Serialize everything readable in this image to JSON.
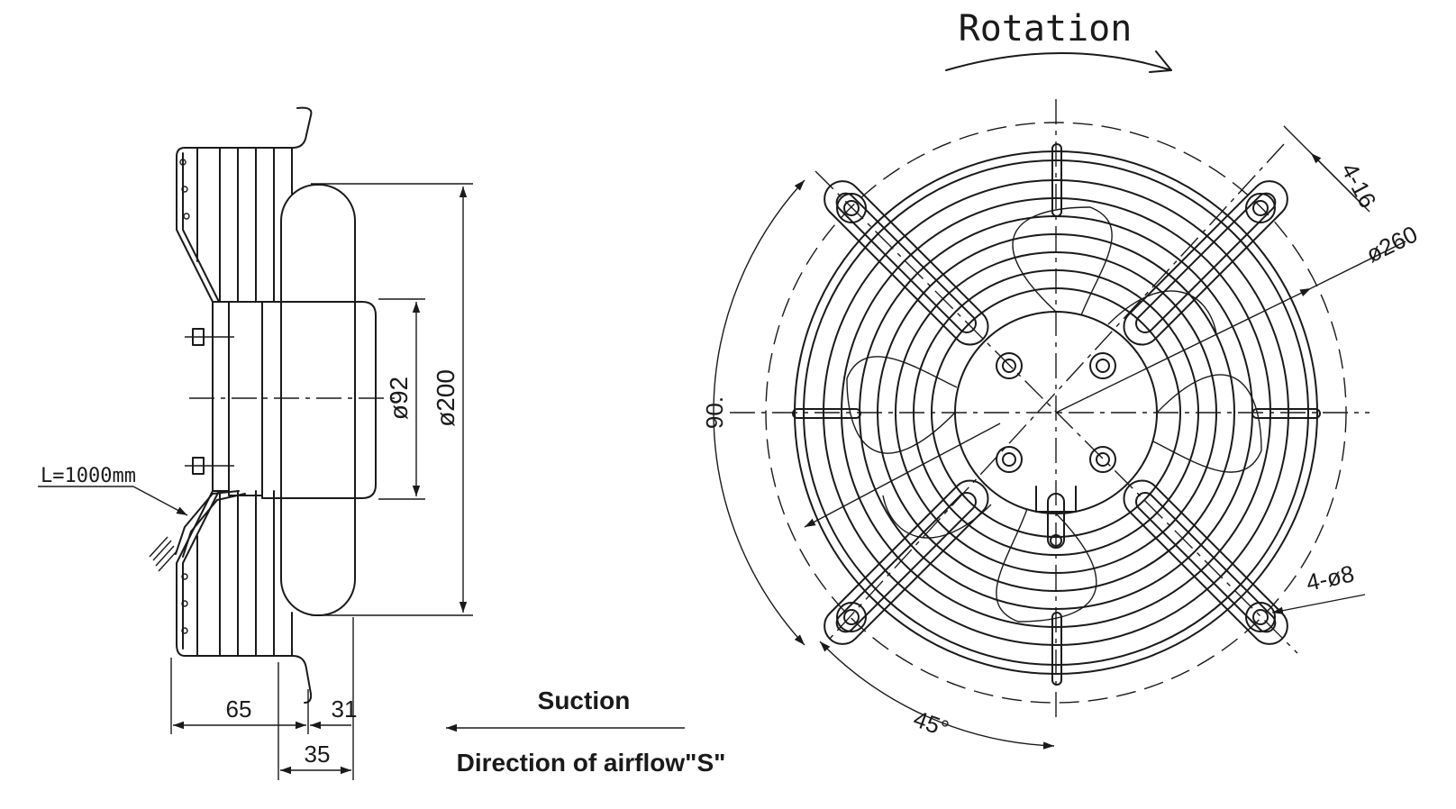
{
  "side_view": {
    "cable_length": "L=1000mm",
    "dia_inner": "ø92",
    "dia_outer": "ø200",
    "dim_a": "65",
    "dim_b": "31",
    "dim_c": "35"
  },
  "airflow": {
    "suction": "Suction",
    "direction": "Direction of airflow\"S\""
  },
  "front_view": {
    "rotation": "Rotation",
    "holes": "4-16",
    "dia_guard": "ø260",
    "mount_circle": "90.",
    "mount_holes": "4-ø8",
    "angle": "45°"
  }
}
